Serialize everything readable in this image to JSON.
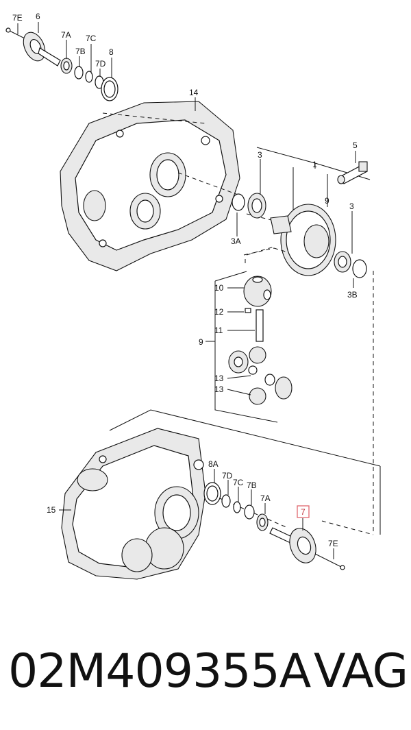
{
  "diagram": {
    "labels": {
      "l_7E_top": "7E",
      "l_6": "6",
      "l_7A_top": "7A",
      "l_7C_top": "7C",
      "l_7B_top": "7B",
      "l_8": "8",
      "l_7D_top": "7D",
      "l_14": "14",
      "l_5": "5",
      "l_3_left": "3",
      "l_1": "1",
      "l_9_top": "9",
      "l_3_right": "3",
      "l_3A": "3A",
      "l_3B": "3B",
      "l_10": "10",
      "l_12": "12",
      "l_11": "11",
      "l_9_mid": "9",
      "l_13_a": "13",
      "l_13_b": "13",
      "l_8A": "8A",
      "l_7D_bot": "7D",
      "l_7C_bot": "7C",
      "l_7B_bot": "7B",
      "l_7A_bot": "7A",
      "l_15": "15",
      "l_7_highlight": "7",
      "l_7E_bot": "7E"
    },
    "highlight_color": "#e0666e"
  },
  "footer": {
    "part_number": "02M409355A",
    "brand": "VAG"
  }
}
